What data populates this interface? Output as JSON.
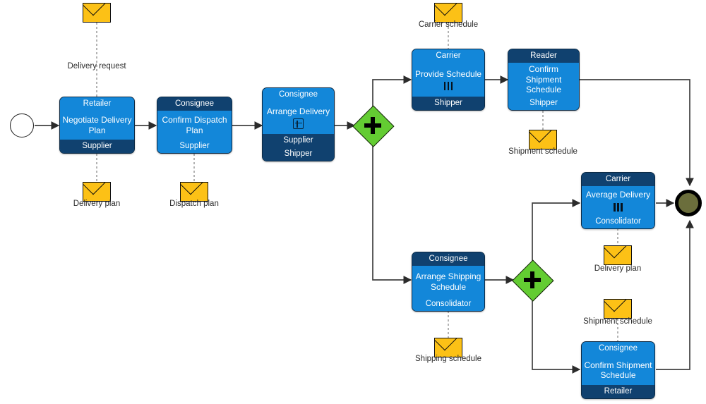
{
  "diagram": {
    "title": "Delivery Planning and Shipment Scheduling Process",
    "notation": "BPMN",
    "colors": {
      "task_blue": "#1387d9",
      "task_navy": "#10416f",
      "task_border": "#0d2a44",
      "gateway_green": "#63cc32",
      "message_gold": "#fcc116",
      "end_event_fill": "#6b6e3c",
      "edge": "#404040",
      "text_dark": "#2b2b2b"
    }
  },
  "events": {
    "start": {
      "name": "start-event",
      "type": "start"
    },
    "end": {
      "name": "end-event",
      "type": "end"
    }
  },
  "gateways": [
    {
      "id": "gw1",
      "symbol": "+",
      "type": "parallel"
    },
    {
      "id": "gw2",
      "symbol": "+",
      "type": "parallel"
    }
  ],
  "tasks": [
    {
      "id": "t1",
      "header": "Retailer",
      "header_style": "blue",
      "label": "Negotiate Delivery Plan",
      "footers": [
        {
          "text": "Supplier",
          "style": "navy"
        }
      ],
      "marker": "none"
    },
    {
      "id": "t2",
      "header": "Consignee",
      "header_style": "navy",
      "label": "Confirm Dispatch Plan",
      "footers": [
        {
          "text": "Supplier",
          "style": "blue"
        }
      ],
      "marker": "none"
    },
    {
      "id": "t3",
      "header": "Consignee",
      "header_style": "blue",
      "label": "Arrange Delivery",
      "footers": [
        {
          "text": "Supplier",
          "style": "navy"
        },
        {
          "text": "Shipper",
          "style": "navy"
        }
      ],
      "marker": "subprocess"
    },
    {
      "id": "t4",
      "header": "Carrier",
      "header_style": "blue",
      "label": "Provide Schedule",
      "footers": [
        {
          "text": "Shipper",
          "style": "navy"
        }
      ],
      "marker": "multi-instance-parallel"
    },
    {
      "id": "t5",
      "header": "Reader",
      "header_style": "navy",
      "label": "Confirm Shipment Schedule",
      "footers": [
        {
          "text": "Shipper",
          "style": "blue"
        }
      ],
      "marker": "none"
    },
    {
      "id": "t6",
      "header": "Consignee",
      "header_style": "navy",
      "label": "Arrange Shipping Schedule",
      "footers": [
        {
          "text": "Consolidator",
          "style": "blue"
        }
      ],
      "marker": "none"
    },
    {
      "id": "t7",
      "header": "Carrier",
      "header_style": "navy",
      "label": "Average Delivery",
      "footers": [
        {
          "text": "Consolidator",
          "style": "blue"
        }
      ],
      "marker": "multi-instance-parallel"
    },
    {
      "id": "t8",
      "header": "Consignee",
      "header_style": "blue",
      "label": "Confirm Shipment Schedule",
      "footers": [
        {
          "text": "Retailer",
          "style": "navy"
        }
      ],
      "marker": "none"
    }
  ],
  "messages": [
    {
      "id": "m1",
      "label": "Delivery request"
    },
    {
      "id": "m2",
      "label": "Delivery plan"
    },
    {
      "id": "m3",
      "label": "Dispatch plan"
    },
    {
      "id": "m4",
      "label": "Carrier schedule"
    },
    {
      "id": "m5",
      "label": "Shipment schedule"
    },
    {
      "id": "m6",
      "label": "Shipping schedule"
    },
    {
      "id": "m7",
      "label": "Delivery plan"
    },
    {
      "id": "m8",
      "label": "Shipment schedule"
    }
  ]
}
